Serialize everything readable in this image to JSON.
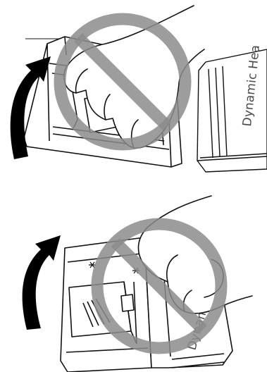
{
  "illustrations": [
    {
      "name": "incorrect-removal-1",
      "label": "Dynamic Hea",
      "prohibited": true
    },
    {
      "name": "incorrect-removal-2",
      "label": "Dynamic Heat D",
      "prohibited": true
    }
  ],
  "colors": {
    "prohibition": "#8c8c8c",
    "line": "#111111",
    "arrow": "#000000",
    "background": "#ffffff"
  }
}
